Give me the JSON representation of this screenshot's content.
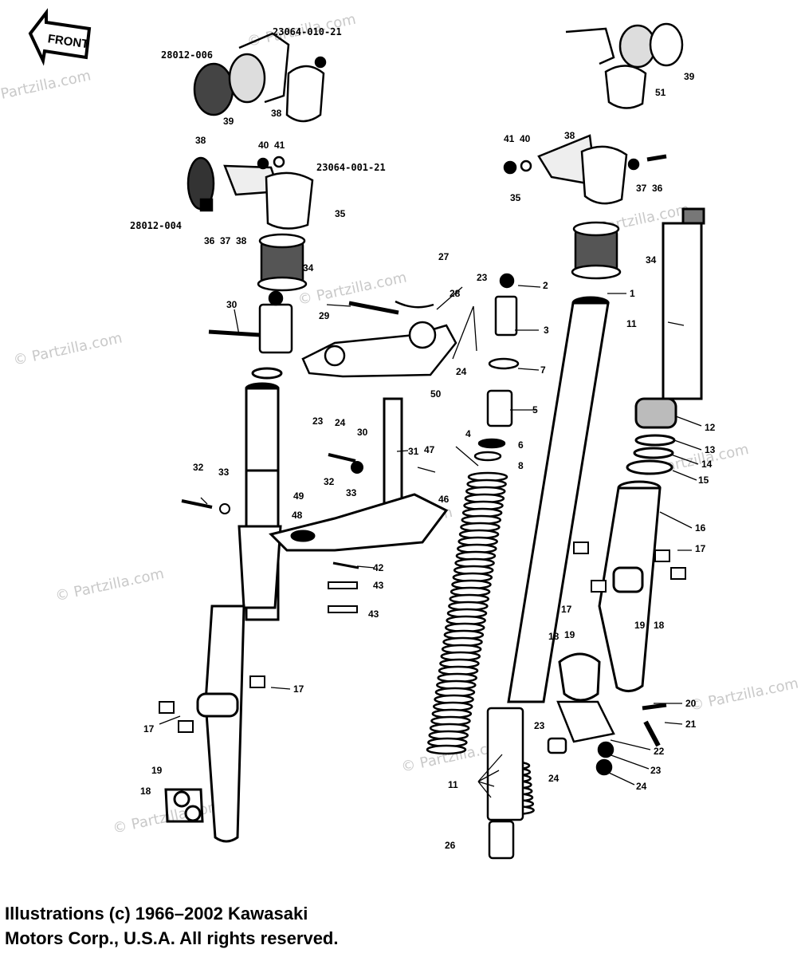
{
  "front_label": "FRONT",
  "watermark": "© Partzilla.com",
  "part_numbers": {
    "top_bracket_right": "23064-010-21",
    "reflector_top": "28012-006",
    "bracket_left": "23064-001-21",
    "reflector_left": "28012-004"
  },
  "callouts": {
    "c1": "1",
    "c2": "2",
    "c3": "3",
    "c4": "4",
    "c5": "5",
    "c6": "6",
    "c7": "7",
    "c8": "8",
    "c11": "11",
    "c12": "12",
    "c13": "13",
    "c14": "14",
    "c15": "15",
    "c16": "16",
    "c17": "17",
    "c18": "18",
    "c19": "19",
    "c20": "20",
    "c21": "21",
    "c22": "22",
    "c23": "23",
    "c24": "24",
    "c26": "26",
    "c27": "27",
    "c28": "28",
    "c29": "29",
    "c30": "30",
    "c31": "31",
    "c32": "32",
    "c33": "33",
    "c34": "34",
    "c35": "35",
    "c36": "36",
    "c37": "37",
    "c38": "38",
    "c39": "39",
    "c40": "40",
    "c41": "41",
    "c42": "42",
    "c43": "43",
    "c46": "46",
    "c47": "47",
    "c48": "48",
    "c49": "49",
    "c50": "50",
    "c51": "51"
  },
  "copyright": {
    "line1": "Illustrations (c) 1966–2002 Kawasaki",
    "line2": "Motors Corp., U.S.A.  All rights reserved."
  }
}
